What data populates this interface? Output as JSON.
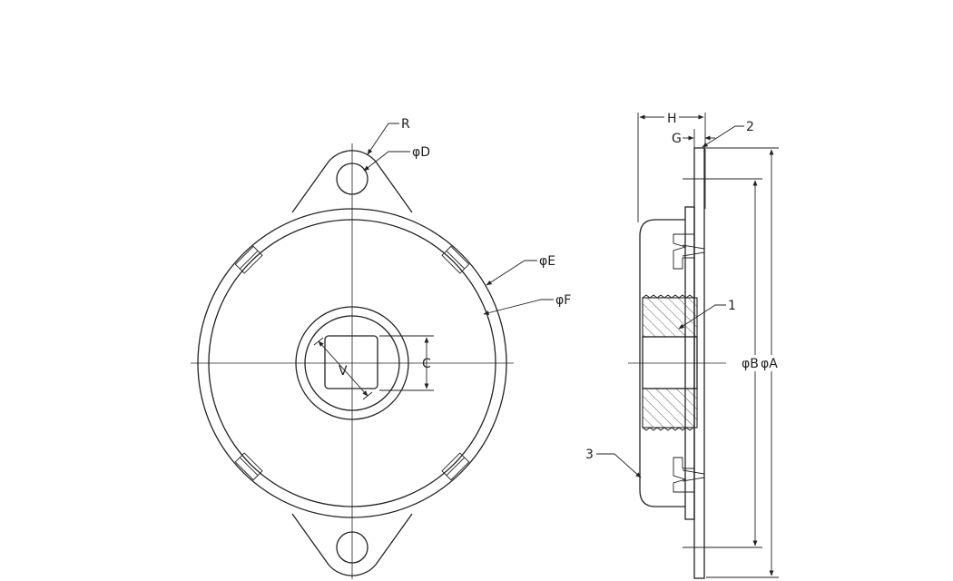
{
  "labels": {
    "R": "R",
    "phiD": "φD",
    "phiE": "φE",
    "phiF": "φF",
    "C": "C",
    "V": "V",
    "H": "H",
    "G": "G",
    "part1": "1",
    "part2": "2",
    "part3": "3",
    "phiB": "φB",
    "phiA": "φA"
  },
  "colors": {
    "line": "#222222",
    "background": "#ffffff"
  }
}
